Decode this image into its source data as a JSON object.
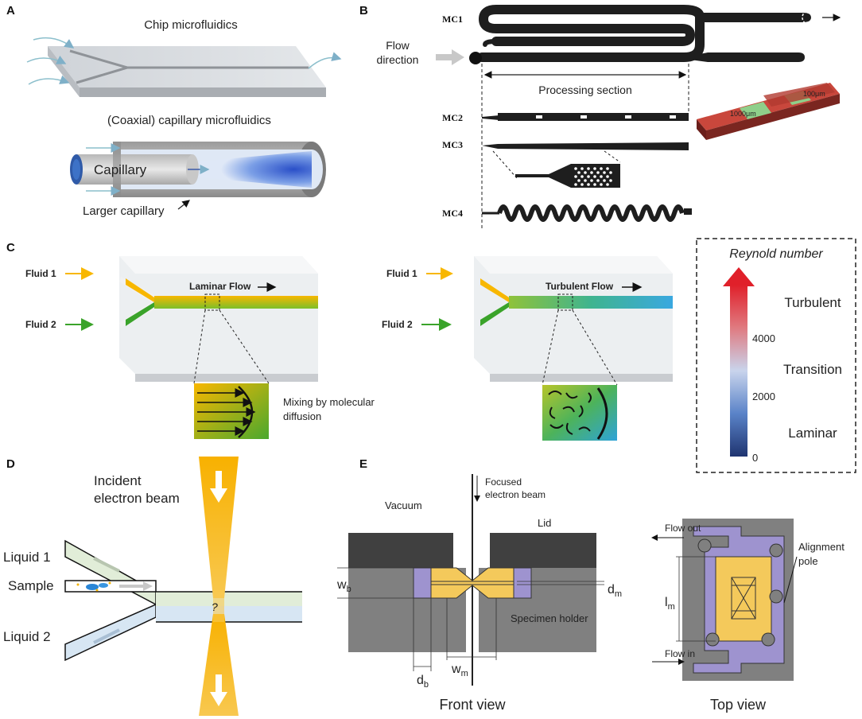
{
  "panels": {
    "A": {
      "letter": "A",
      "chip_title": "Chip microfluidics",
      "capillary_title": "(Coaxial) capillary microfluidics",
      "capillary_label": "Capillary",
      "larger_capillary_label": "Larger capillary"
    },
    "B": {
      "letter": "B",
      "flow_direction_line1": "Flow",
      "flow_direction_line2": "direction",
      "processing_section": "Processing section",
      "channels": [
        "MC1",
        "MC2",
        "MC3",
        "MC4"
      ],
      "scale_100": "100μm",
      "scale_1000": "1000μm"
    },
    "C": {
      "letter": "C",
      "fluid1": "Fluid 1",
      "fluid2": "Fluid 2",
      "laminar_flow": "Laminar Flow",
      "turbulent_flow": "Turbulent Flow",
      "mixing_line1": "Mixing by molecular",
      "mixing_line2": "diffusion",
      "reynold_title": "Reynold number",
      "regimes": {
        "turbulent": "Turbulent",
        "transition": "Transition",
        "laminar": "Laminar"
      },
      "ticks": [
        "4000",
        "2000",
        "0"
      ]
    },
    "D": {
      "letter": "D",
      "beam_line1": "Incident",
      "beam_line2": "electron beam",
      "liquid1": "Liquid 1",
      "sample": "Sample",
      "liquid2": "Liquid 2",
      "unknown": "?"
    },
    "E": {
      "letter": "E",
      "focused_line1": "Focused",
      "focused_line2": "electron beam",
      "vacuum": "Vacuum",
      "lid": "Lid",
      "specimen_holder": "Specimen holder",
      "wb": "w",
      "wb_sub": "b",
      "dm": "d",
      "dm_sub": "m",
      "db": "d",
      "db_sub": "b",
      "wm": "w",
      "wm_sub": "m",
      "lm": "l",
      "lm_sub": "m",
      "flow_out": "Flow out",
      "flow_in": "Flow in",
      "alignment_line1": "Alignment",
      "alignment_line2": "pole",
      "front_view": "Front view",
      "top_view": "Top view"
    }
  },
  "colors": {
    "yellow": "#f8b700",
    "green": "#3aa32a",
    "purple": "#9e93cf",
    "gold": "#f4c95b",
    "grey": "#808080",
    "dark": "#404040",
    "red_chip": "#b9382e"
  }
}
